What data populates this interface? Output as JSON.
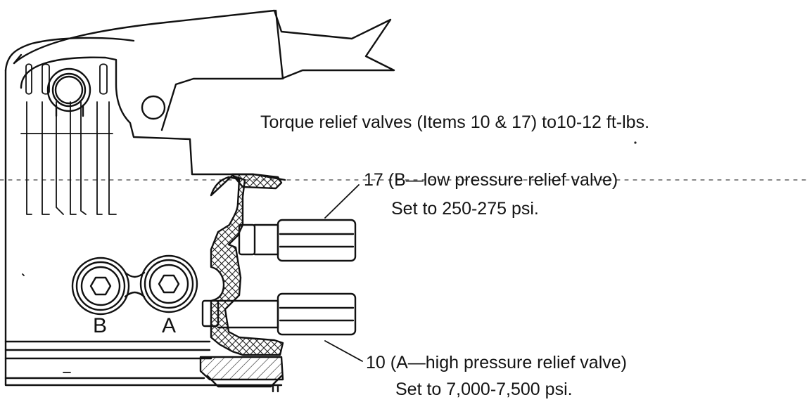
{
  "callouts": {
    "torque_note": "Torque relief valves (Items 10 & 17) to10-12 ft-lbs.",
    "valve_17": {
      "title": "17 (B—low pressure relief valve)",
      "setting": "Set to 250-275 psi."
    },
    "valve_10": {
      "title": "10 (A—high pressure relief valve)",
      "setting": "Set to 7,000-7,500 psi."
    }
  },
  "ports": {
    "b": "B",
    "a": "A"
  }
}
